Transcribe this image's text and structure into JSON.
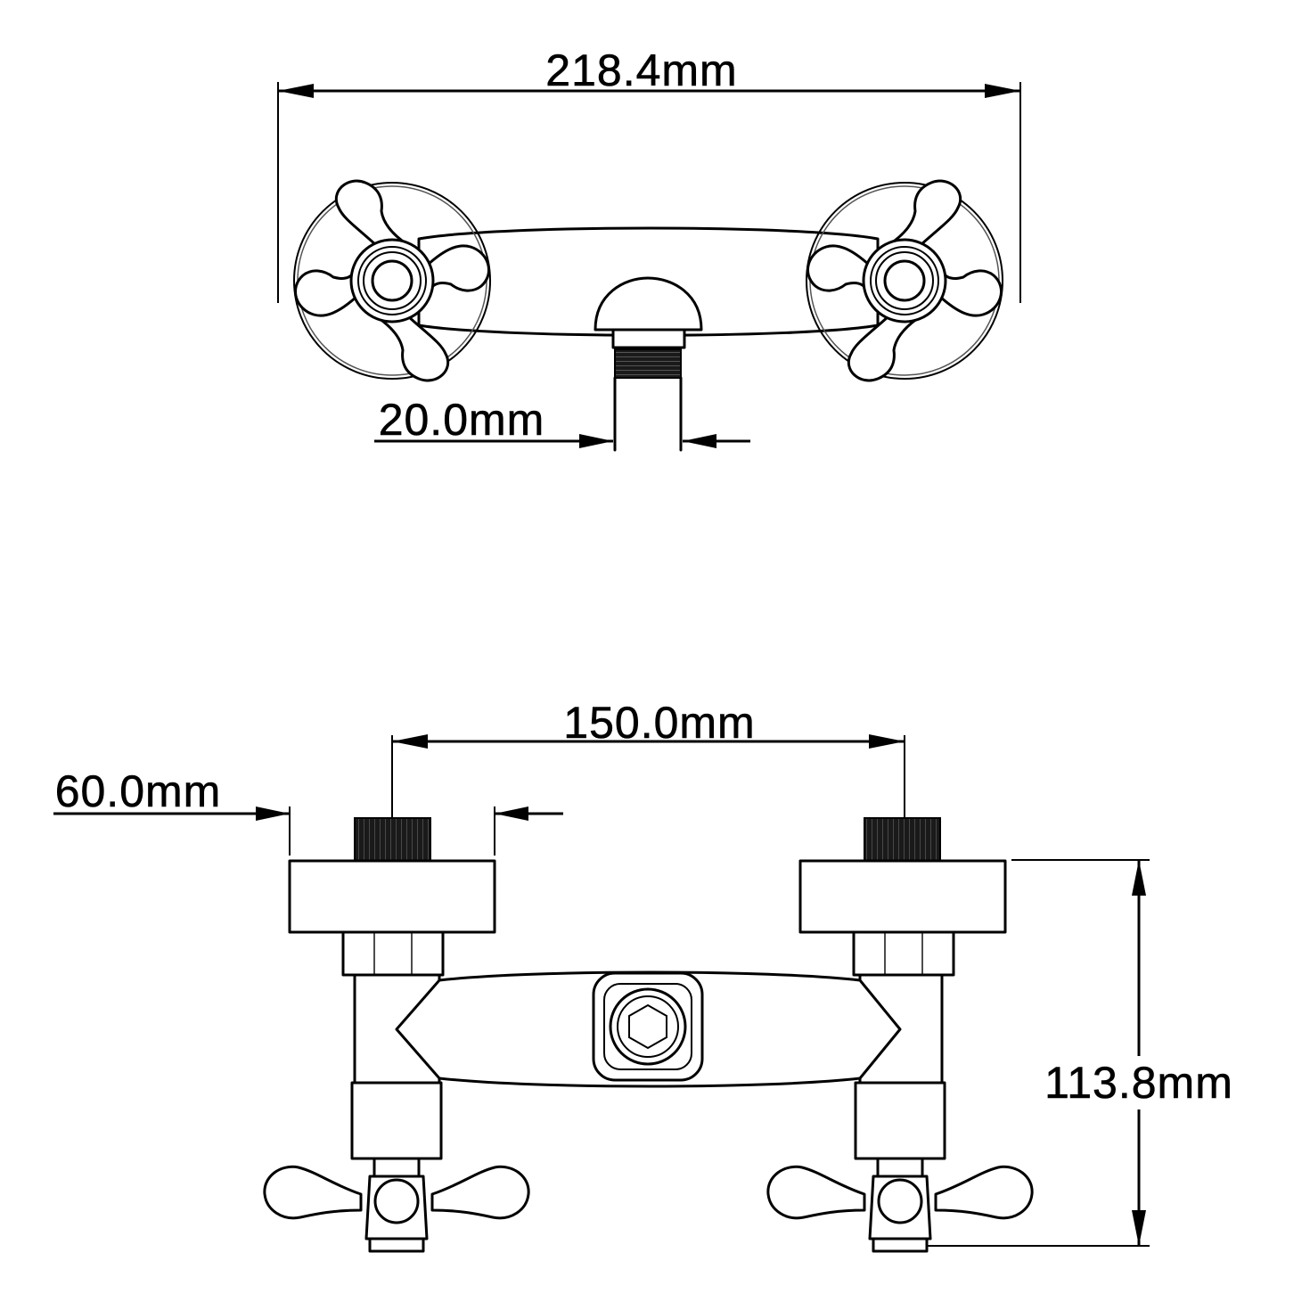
{
  "dimensions": {
    "top_overall_width": "218.4mm",
    "top_outlet": "20.0mm",
    "front_centers": "150.0mm",
    "front_flange": "60.0mm",
    "front_height": "113.8mm"
  }
}
